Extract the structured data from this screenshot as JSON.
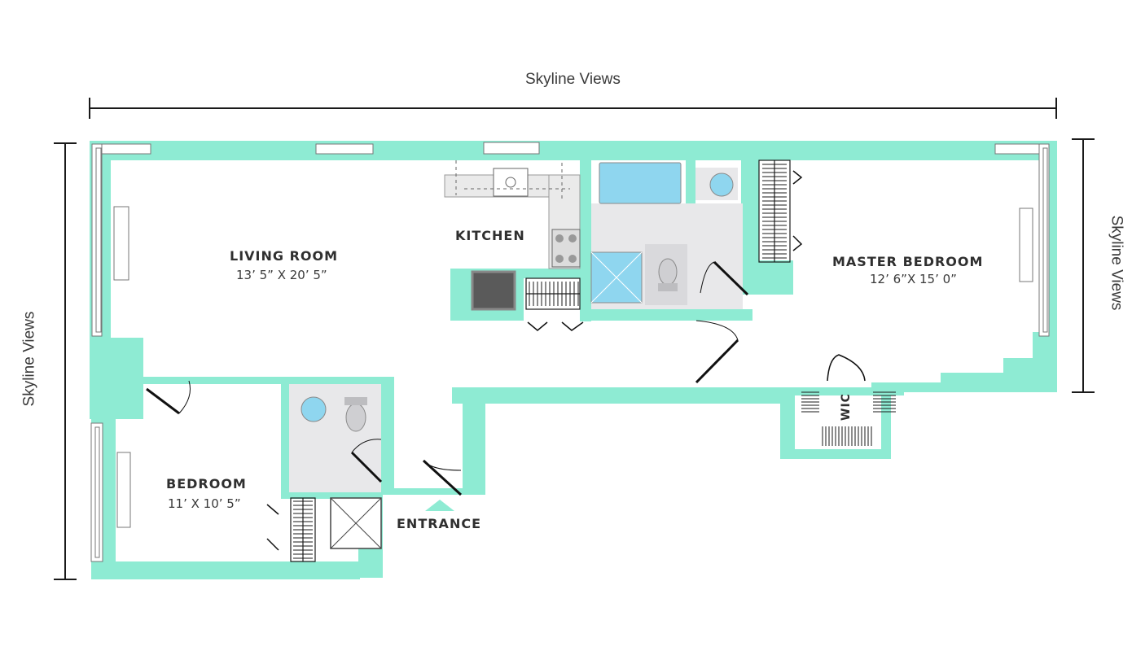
{
  "dimensions": {
    "top": "Skyline Views",
    "left": "Skyline Views",
    "right": "Skyline Views"
  },
  "rooms": {
    "living": {
      "name": "LIVING ROOM",
      "size": "13’ 5” X 20’ 5”"
    },
    "kitchen": {
      "name": "KITCHEN"
    },
    "master": {
      "name": "MASTER BEDROOM",
      "size": "12’ 6”X 15’ 0”"
    },
    "bedroom": {
      "name": "BEDROOM",
      "size": "11’ X 10’ 5”"
    },
    "entrance": {
      "name": "ENTRANCE"
    },
    "wic": {
      "name": "WIC"
    }
  },
  "colors": {
    "wall": "#8eebd3",
    "fixture_area": "#e8e8ea",
    "tub": "#8fd6ef",
    "range": "#5a5a5a",
    "line": "#1a1a1a"
  }
}
